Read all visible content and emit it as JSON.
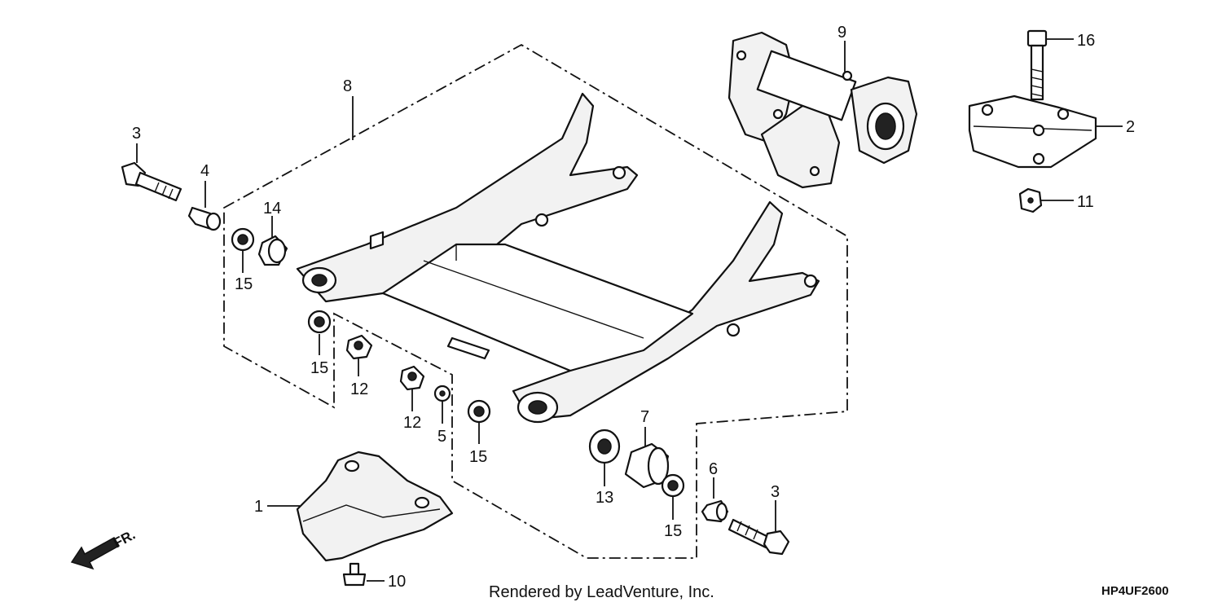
{
  "callouts": {
    "c1": "1",
    "c2": "2",
    "c3a": "3",
    "c3b": "3",
    "c4": "4",
    "c5": "5",
    "c6": "6",
    "c7": "7",
    "c8": "8",
    "c9": "9",
    "c10": "10",
    "c11": "11",
    "c12a": "12",
    "c12b": "12",
    "c13": "13",
    "c14": "14",
    "c15a": "15",
    "c15b": "15",
    "c15c": "15",
    "c15d": "15",
    "c16": "16"
  },
  "direction_label": "FR.",
  "footer": {
    "credit": "Rendered by LeadVenture, Inc.",
    "diagram_code": "HP4UF2600"
  },
  "icons": {
    "direction": "arrow-left-down-icon"
  }
}
